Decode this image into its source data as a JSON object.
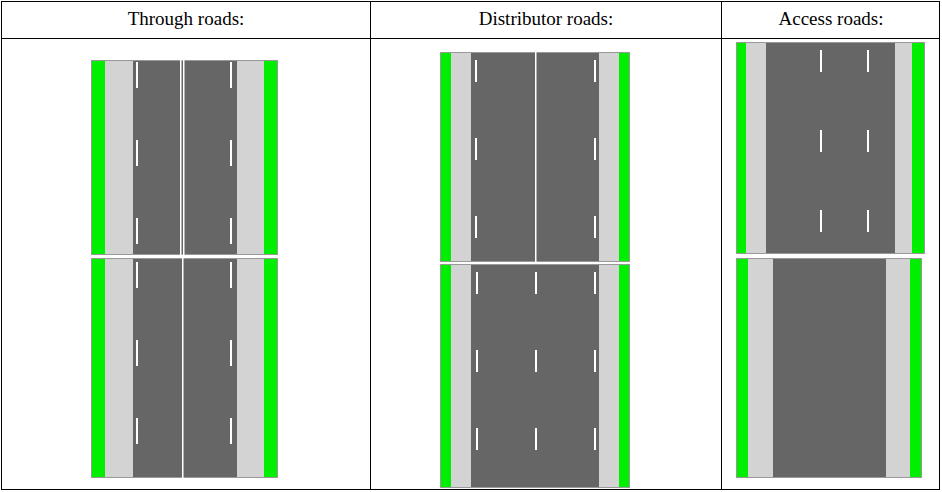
{
  "diagram": {
    "labels": [
      "Through roads:",
      "Distributor roads:",
      "Access roads:"
    ]
  }
}
